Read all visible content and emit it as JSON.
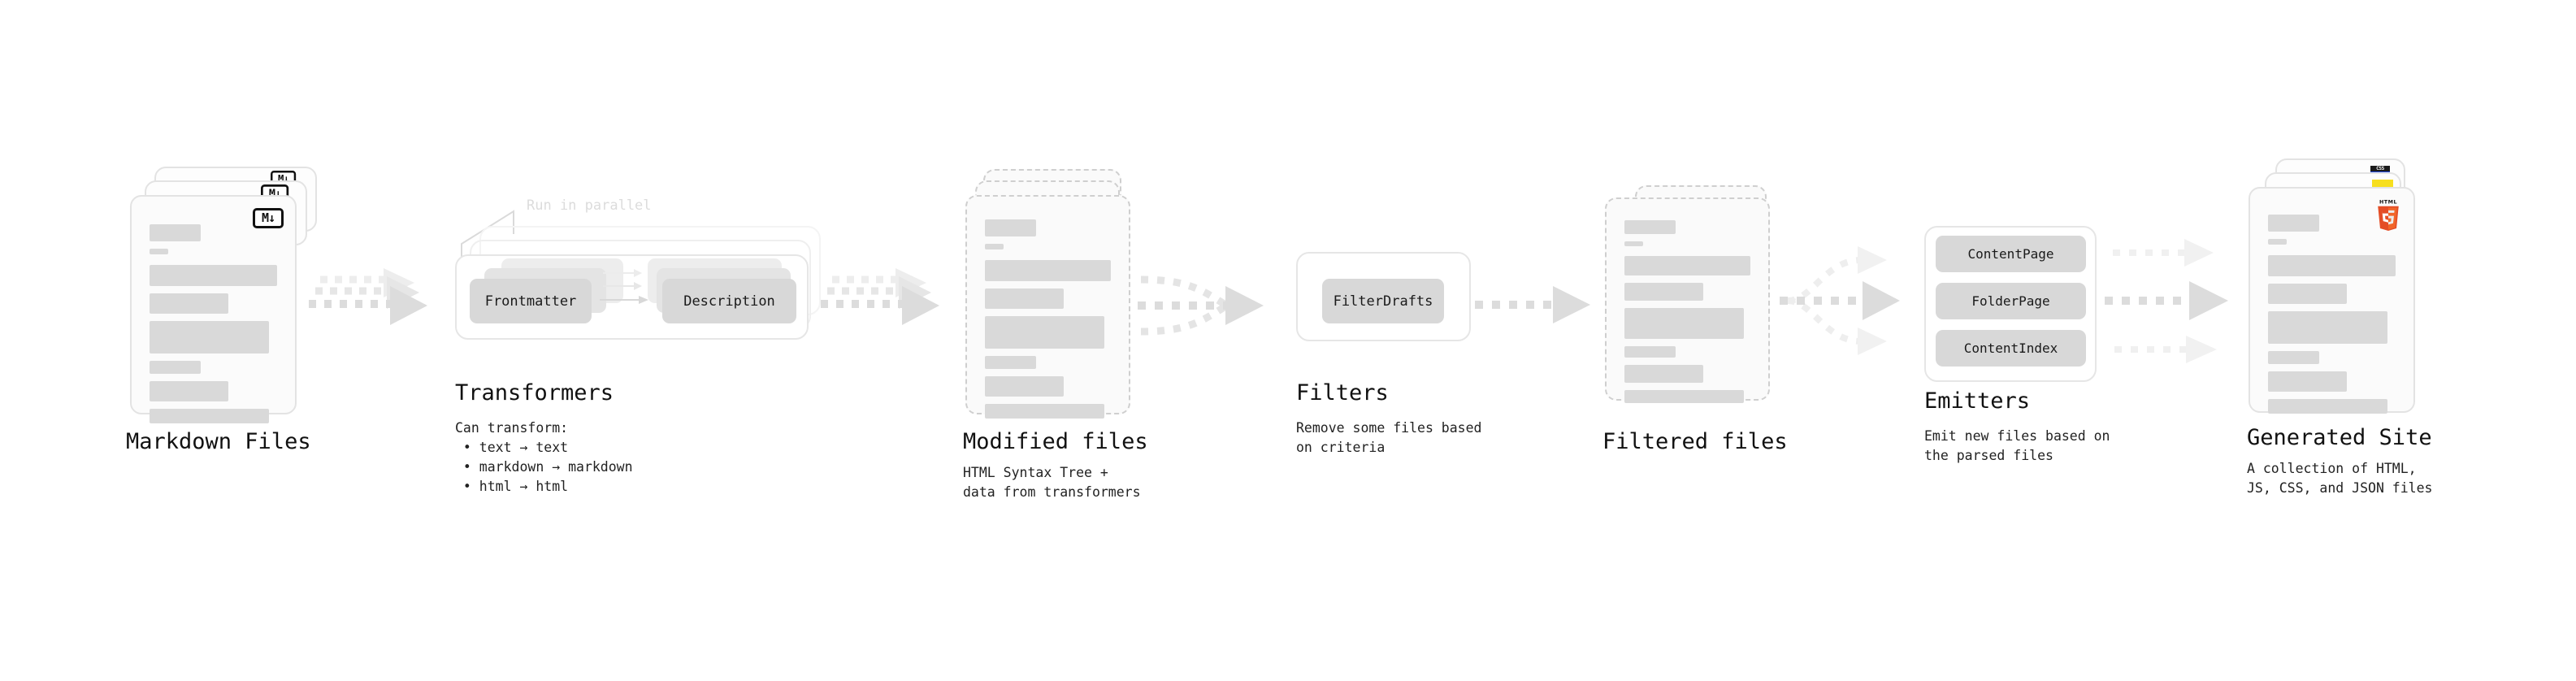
{
  "diagram": {
    "title_font": "monospace",
    "colors": {
      "skeleton": "#d9d9d9",
      "card_border": "#e3e3e3",
      "dashed_border": "#cfcfcf",
      "arrow": "#dcdcdc",
      "pill": "#d8d8d8",
      "html5": "#e44d26",
      "css": "#264de4",
      "js": "#f7df1e",
      "text": "#111111"
    }
  },
  "stages": [
    {
      "id": "markdown-files",
      "title": "Markdown Files",
      "caption": "",
      "badge": "M↓",
      "badge_name": "markdown-badge"
    },
    {
      "id": "transformers",
      "title": "Transformers",
      "caption": "Can transform:\n • text → text\n • markdown → markdown\n • html → html",
      "annotation": "Run in parallel",
      "pills": [
        "Frontmatter",
        "Description"
      ]
    },
    {
      "id": "modified-files",
      "title": "Modified files",
      "caption": "HTML Syntax Tree +\ndata from transformers"
    },
    {
      "id": "filters",
      "title": "Filters",
      "caption": "Remove some files based\non criteria",
      "pills": [
        "FilterDrafts"
      ]
    },
    {
      "id": "filtered-files",
      "title": "Filtered files",
      "caption": ""
    },
    {
      "id": "emitters",
      "title": "Emitters",
      "caption": "Emit new files based on\nthe parsed files",
      "pills": [
        "ContentPage",
        "FolderPage",
        "ContentIndex"
      ]
    },
    {
      "id": "generated-site",
      "title": "Generated Site",
      "caption": "A collection of HTML,\nJS, CSS, and JSON files",
      "badges": [
        "HTML5",
        "CSS",
        "JS"
      ]
    }
  ],
  "connectors": [
    {
      "id": "md-to-transformers",
      "kind": "triple-parallel-arrow"
    },
    {
      "id": "transformers-to-modified",
      "kind": "triple-parallel-arrow"
    },
    {
      "id": "modified-to-filters",
      "kind": "converge-arrow"
    },
    {
      "id": "filters-to-filtered",
      "kind": "single-arrow"
    },
    {
      "id": "filtered-to-emitters",
      "kind": "fan-out-arrow"
    },
    {
      "id": "emitters-to-site",
      "kind": "triple-parallel-arrow"
    }
  ]
}
